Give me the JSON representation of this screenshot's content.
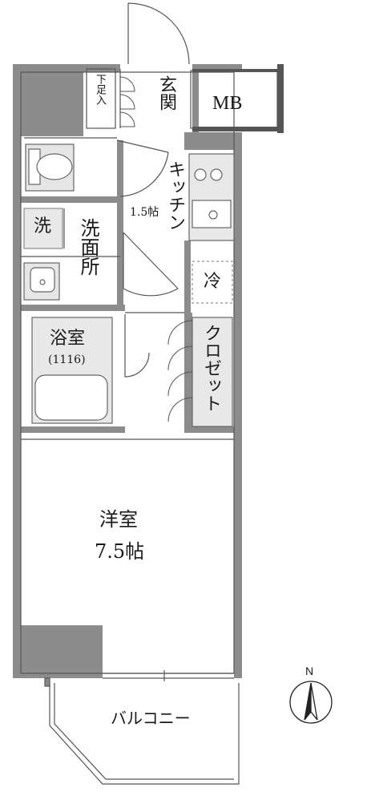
{
  "rooms": {
    "entrance": "玄関",
    "shoe_storage": "下足入",
    "meter_box": "MB",
    "kitchen": "キッチン",
    "kitchen_size": "1.5帖",
    "washing_machine": "洗",
    "washroom": "洗面所",
    "fridge": "冷",
    "bathroom": "浴室",
    "bathroom_unit": "(1116)",
    "closet": "クロゼット",
    "western_room": "洋室",
    "western_room_size": "7.5帖",
    "balcony": "バルコニー"
  },
  "compass": {
    "north": "N"
  }
}
